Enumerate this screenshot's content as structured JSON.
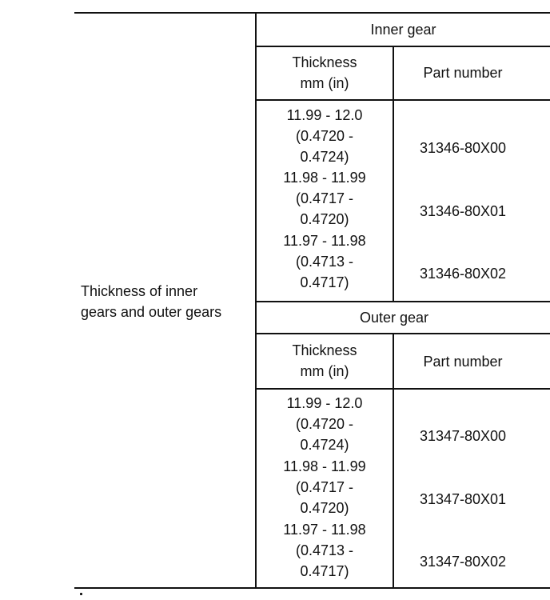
{
  "row_label": [
    "Thickness of inner",
    "gears and outer gears"
  ],
  "inner": {
    "title": "Inner gear",
    "col_thickness": [
      "Thickness",
      "mm (in)"
    ],
    "col_part": "Part number",
    "rows": [
      {
        "thickness": [
          "11.99 - 12.0",
          "(0.4720 -",
          "0.4724)"
        ],
        "part": "31346-80X00"
      },
      {
        "thickness": [
          "11.98 - 11.99",
          "(0.4717 -",
          "0.4720)"
        ],
        "part": "31346-80X01"
      },
      {
        "thickness": [
          "11.97 - 11.98",
          "(0.4713 -",
          "0.4717)"
        ],
        "part": "31346-80X02"
      }
    ]
  },
  "outer": {
    "title": "Outer gear",
    "col_thickness": [
      "Thickness",
      "mm (in)"
    ],
    "col_part": "Part number",
    "rows": [
      {
        "thickness": [
          "11.99 - 12.0",
          "(0.4720 -",
          "0.4724)"
        ],
        "part": "31347-80X00"
      },
      {
        "thickness": [
          "11.98 - 11.99",
          "(0.4717 -",
          "0.4720)"
        ],
        "part": "31347-80X01"
      },
      {
        "thickness": [
          "11.97 - 11.98",
          "(0.4713 -",
          "0.4717)"
        ],
        "part": "31347-80X02"
      }
    ]
  }
}
